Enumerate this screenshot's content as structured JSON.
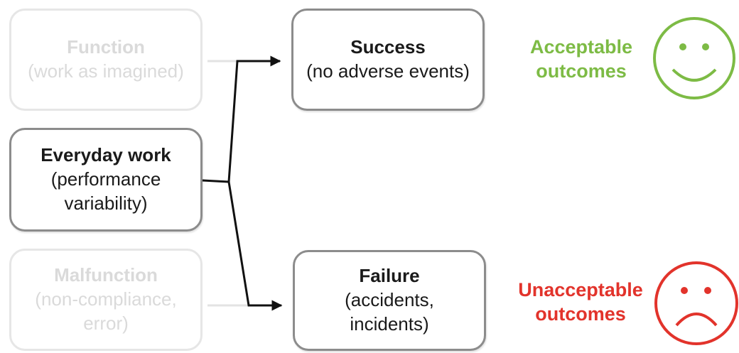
{
  "boxes": {
    "function": {
      "title": "Function",
      "subtitle": "(work as imagined)"
    },
    "everyday": {
      "title": "Everyday work",
      "subtitle_line1": "(performance",
      "subtitle_line2": "variability)"
    },
    "malfunction": {
      "title": "Malfunction",
      "subtitle_line1": "(non-compliance,",
      "subtitle_line2": "error)"
    },
    "success": {
      "title": "Success",
      "subtitle": "(no adverse events)"
    },
    "failure": {
      "title": "Failure",
      "subtitle_line1": "(accidents,",
      "subtitle_line2": "incidents)"
    }
  },
  "outcomes": {
    "acceptable": {
      "line1": "Acceptable",
      "line2": "outcomes",
      "color": "#7dbb45",
      "icon": "smiley-face-icon"
    },
    "unacceptable": {
      "line1": "Unacceptable",
      "line2": "outcomes",
      "color": "#e2332b",
      "icon": "frowning-face-icon"
    }
  },
  "colors": {
    "faded_border": "#e6e6e6",
    "faded_text": "#dadada",
    "active_border": "#8c8c8c",
    "arrow": "#111111"
  }
}
